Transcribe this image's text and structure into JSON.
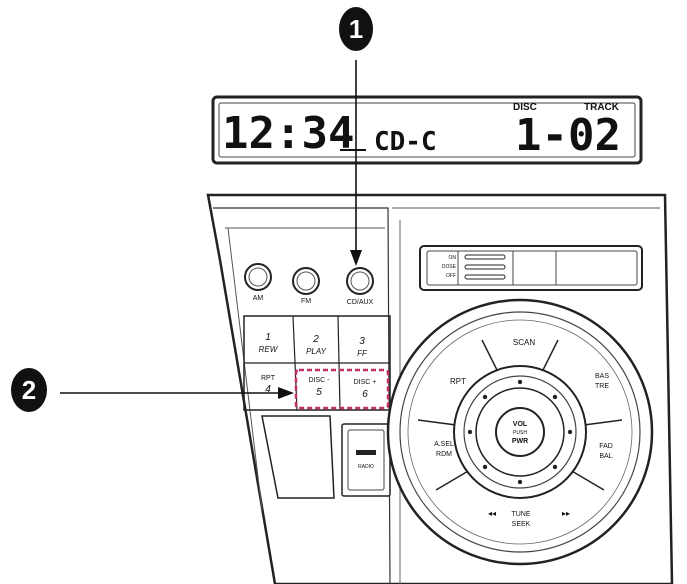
{
  "display": {
    "clock": "12:34",
    "mode": "CD-C",
    "disc_caption": "DISC",
    "track_caption": "TRACK",
    "disc_track": "1-02"
  },
  "callouts": [
    {
      "number": "1"
    },
    {
      "number": "2"
    }
  ],
  "buttons": {
    "am": "AM",
    "fm": "FM",
    "cd_aux": "CD/AUX"
  },
  "slot": {
    "on": "ON",
    "dose": "DOSE",
    "off": "OFF"
  },
  "presets": [
    {
      "num": "1",
      "label": "REW"
    },
    {
      "num": "2",
      "label": "PLAY"
    },
    {
      "num": "3",
      "label": "FF"
    },
    {
      "num": "4",
      "label": "RPT"
    },
    {
      "num": "5",
      "label": "DISC -"
    },
    {
      "num": "6",
      "label": "DISC +"
    }
  ],
  "small_button_label": "RADIO",
  "dial": {
    "scan": "SCAN",
    "rpt": "RPT",
    "bas": "BAS",
    "tre": "TRE",
    "aseh": "A.SEL",
    "rdm": "RDM",
    "fad": "FAD",
    "bal": "BAL",
    "tune": "TUNE",
    "seek": "SEEK",
    "vol": "VOL",
    "push": "PUSH",
    "pwr": "PWR",
    "prev": "◂◂",
    "next": "▸▸"
  }
}
